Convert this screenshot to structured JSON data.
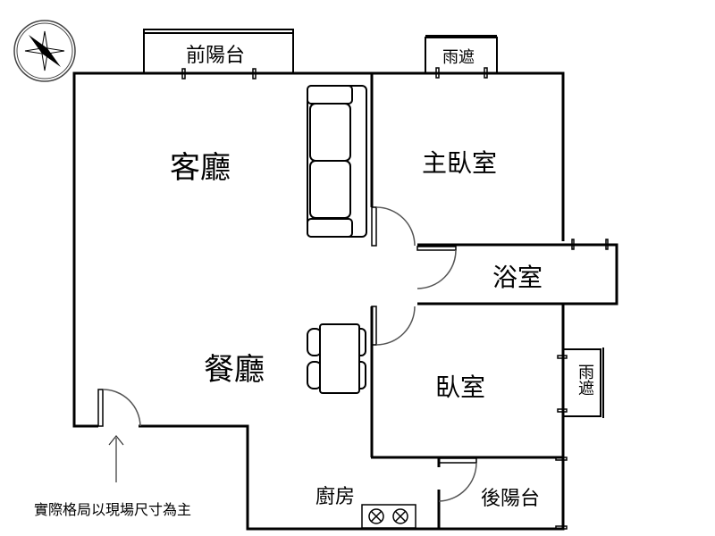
{
  "rooms": {
    "living_room": "客廳",
    "dining_room": "餐廳",
    "master_bedroom": "主臥室",
    "bathroom": "浴室",
    "bedroom": "臥室",
    "kitchen": "廚房",
    "front_balcony": "前陽台",
    "back_balcony": "後陽台",
    "rain_shelter_top": "雨遮",
    "rain_shelter_right": "雨遮"
  },
  "note": "實際格局以現場尺寸為主",
  "colors": {
    "wall": "#000000",
    "door_arc": "#555555",
    "background": "#ffffff"
  }
}
